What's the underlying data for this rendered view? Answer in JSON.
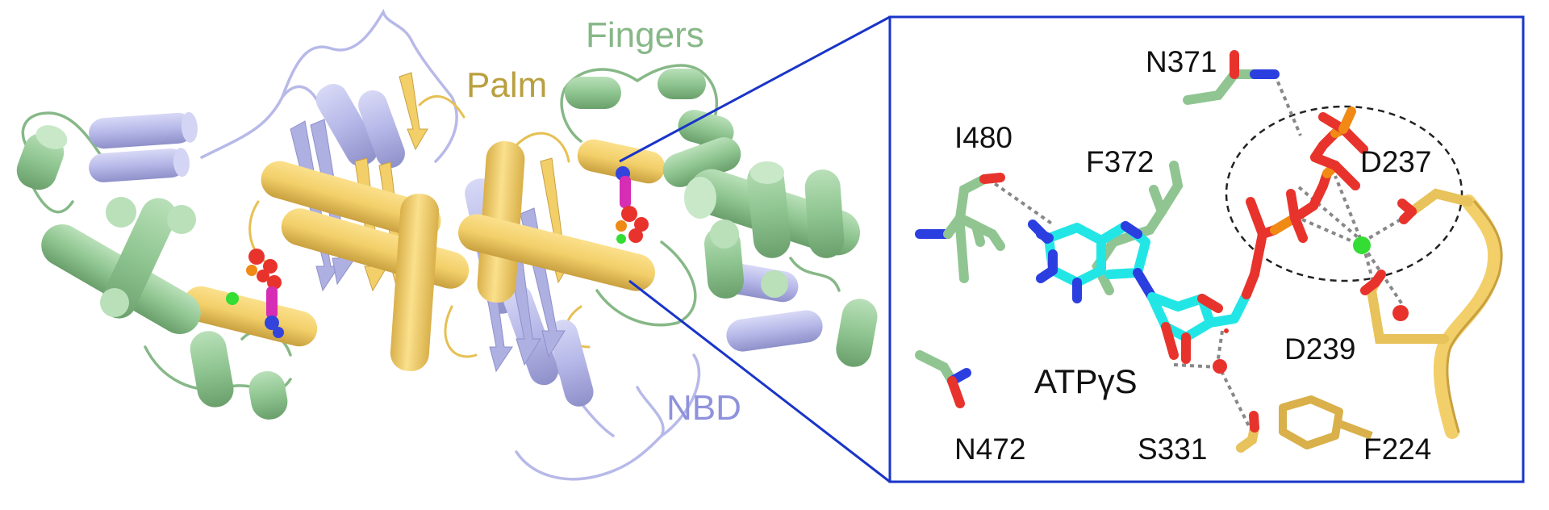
{
  "domains": {
    "fingers": {
      "label": "Fingers",
      "color": "#86b887"
    },
    "palm": {
      "label": "Palm",
      "color": "#b8a040"
    },
    "nbd": {
      "label": "NBD",
      "color": "#8f92dc"
    }
  },
  "inset": {
    "frame_color": "#1a35c8",
    "ligand": "ATPγS",
    "residues": [
      "N371",
      "I480",
      "F372",
      "D237",
      "D239",
      "N472",
      "S331",
      "F224"
    ]
  },
  "colors": {
    "helix_green": "#90c592",
    "helix_purple": "#b7b9e8",
    "helix_yellow": "#f2cf69",
    "carbon_cyan": "#22e6e6",
    "nitrogen": "#2b3ee0",
    "oxygen": "#e8332d",
    "phosphorus": "#f08a15",
    "magnesium": "#33dd33"
  }
}
